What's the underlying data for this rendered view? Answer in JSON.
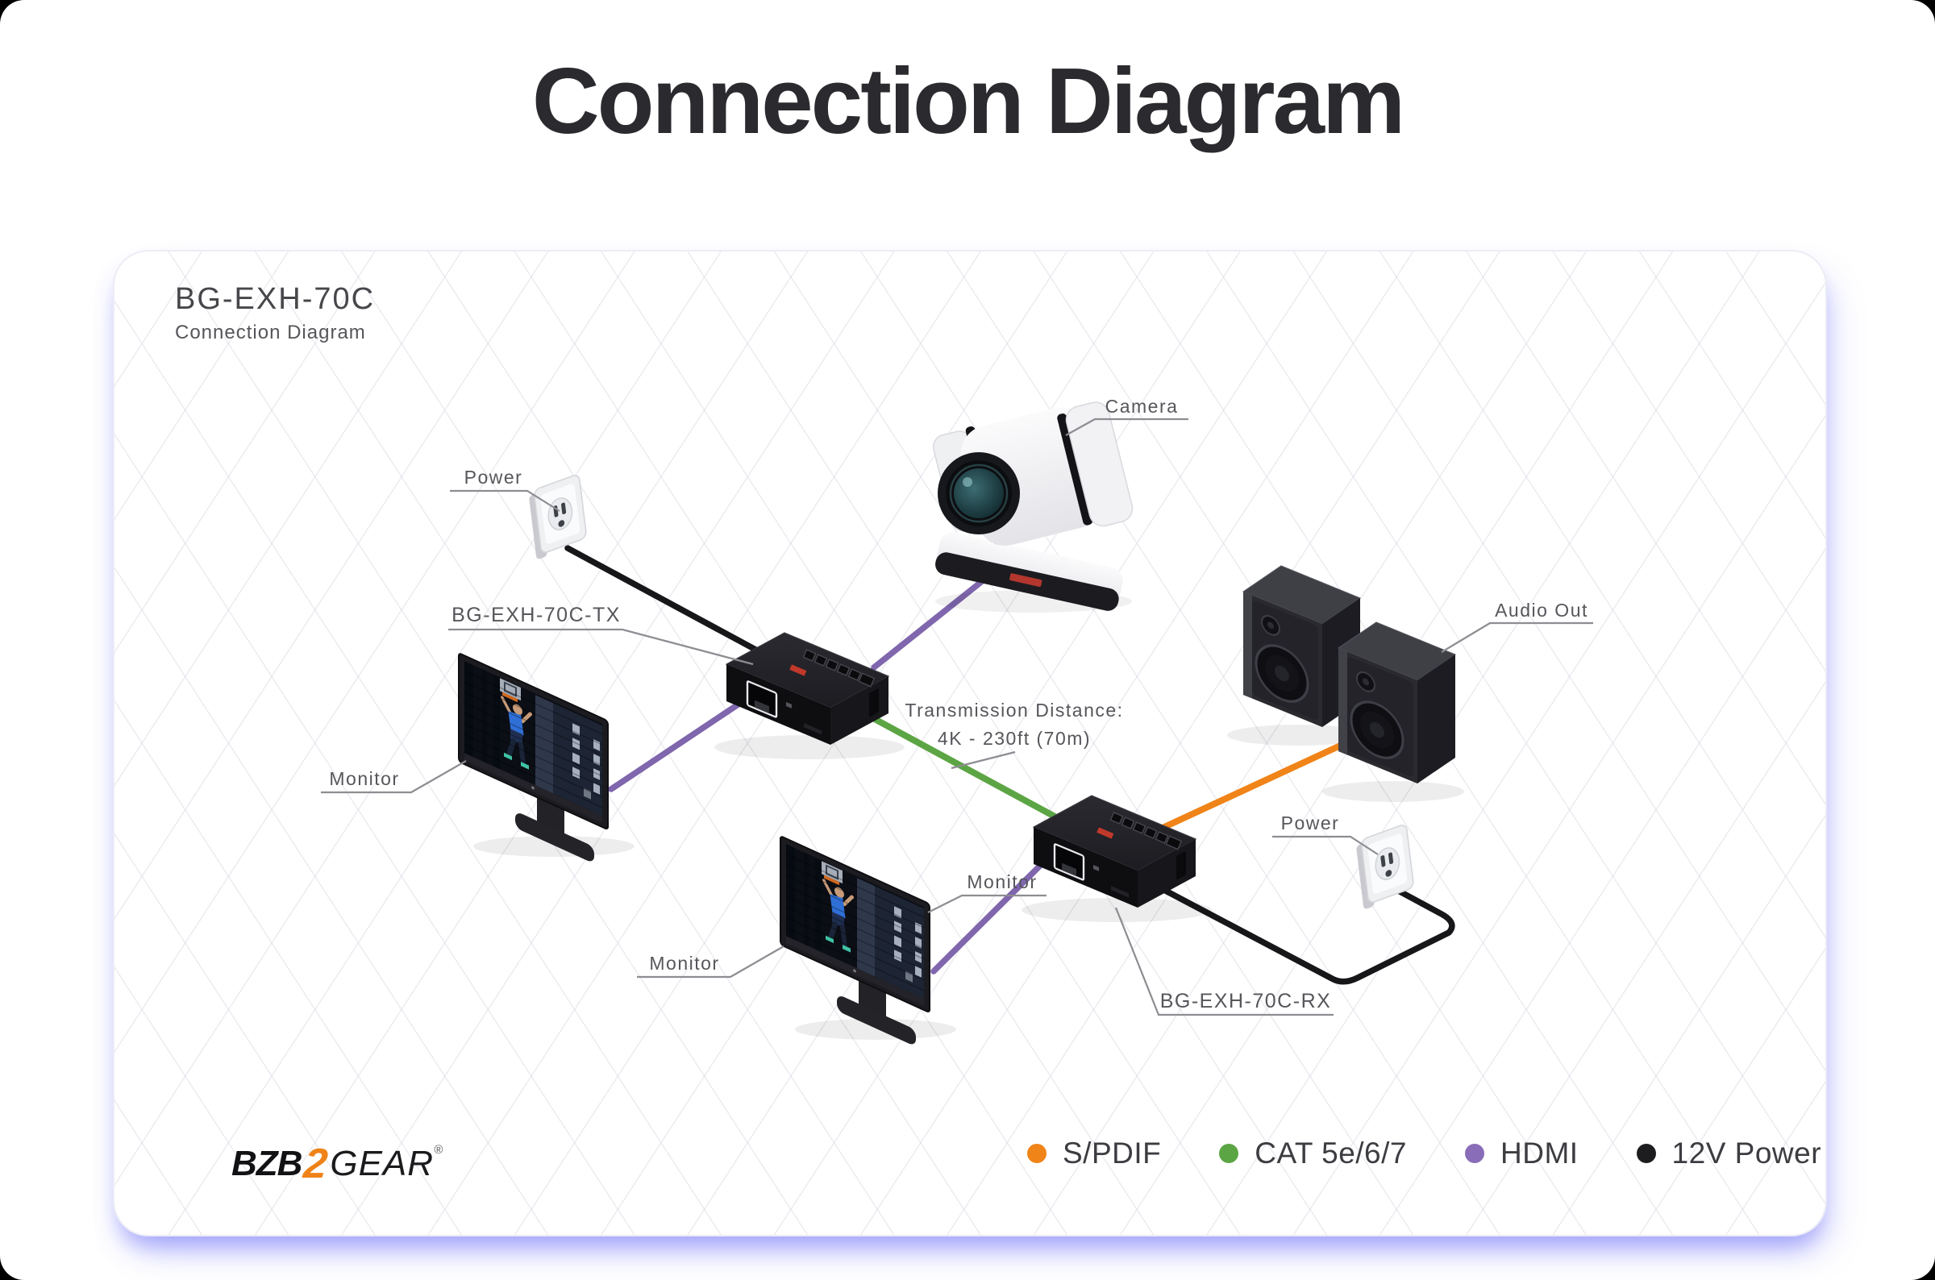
{
  "title": "Connection Diagram",
  "panel": {
    "model": "BG-EXH-70C",
    "subtitle": "Connection Diagram"
  },
  "labels": {
    "power_left": "Power",
    "tx_model": "BG-EXH-70C-TX",
    "camera": "Camera",
    "monitor_left": "Monitor",
    "monitor_bottom_left": "Monitor",
    "monitor_bottom_right": "Monitor",
    "audio_out": "Audio Out",
    "power_right": "Power",
    "rx_model": "BG-EXH-70C-RX"
  },
  "transmission": {
    "line1": "Transmission Distance:",
    "line2": "4K - 230ft (70m)"
  },
  "legend": {
    "items": [
      {
        "label": "S/PDIF",
        "color": "#f08418"
      },
      {
        "label": "CAT 5e/6/7",
        "color": "#5ca544"
      },
      {
        "label": "HDMI",
        "color": "#8a6db8"
      },
      {
        "label": "12V Power",
        "color": "#1d1d1f"
      }
    ]
  },
  "cable_colors": {
    "spdif": "#f08418",
    "cat": "#5ca544",
    "hdmi": "#7f66ad",
    "power": "#17171a"
  },
  "logo": {
    "bzb": "BZB",
    "two": "2",
    "gear": "GEAR",
    "reg": "®"
  }
}
